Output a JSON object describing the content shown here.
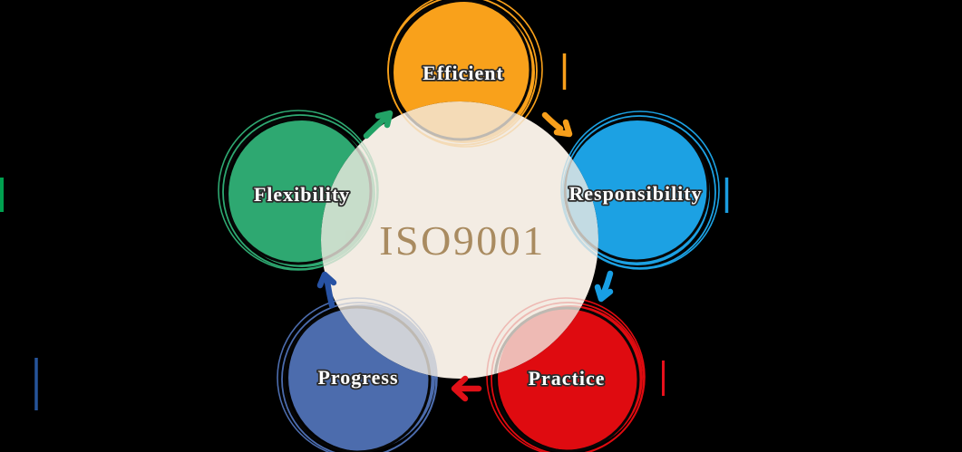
{
  "diagram": {
    "title": "ISO9001",
    "title_color": "#A98B60",
    "background_color": "#000000",
    "center_fill": "#F3ECE3",
    "label_text_color": "#FFFFFF",
    "label_outline_color": "#2B2B2B",
    "overlap_opacity": "0.22",
    "nodes": [
      {
        "label": "Efficient",
        "color": "#F9A11B",
        "tick_color": "#F89F1B",
        "position": "top"
      },
      {
        "label": "Responsibility",
        "color": "#1CA1E3",
        "tick_color": "#1B9DE0",
        "position": "right"
      },
      {
        "label": "Practice",
        "color": "#DF0B10",
        "tick_color": "#E8101C",
        "position": "bottom-right"
      },
      {
        "label": "Progress",
        "color": "#4C6CAD",
        "tick_color": "#26549B",
        "position": "bottom-left"
      },
      {
        "label": "Flexibility",
        "color": "#2EA871",
        "tick_color": "#00A04F",
        "position": "left"
      }
    ],
    "arrows": [
      {
        "from": "Flexibility",
        "to": "Efficient",
        "color": "#22A266"
      },
      {
        "from": "Efficient",
        "to": "Responsibility",
        "color": "#F89F1B"
      },
      {
        "from": "Responsibility",
        "to": "Practice",
        "color": "#189FE4"
      },
      {
        "from": "Practice",
        "to": "Progress",
        "color": "#E01017"
      },
      {
        "from": "Progress",
        "to": "Flexibility",
        "color": "#2752A3"
      }
    ]
  }
}
